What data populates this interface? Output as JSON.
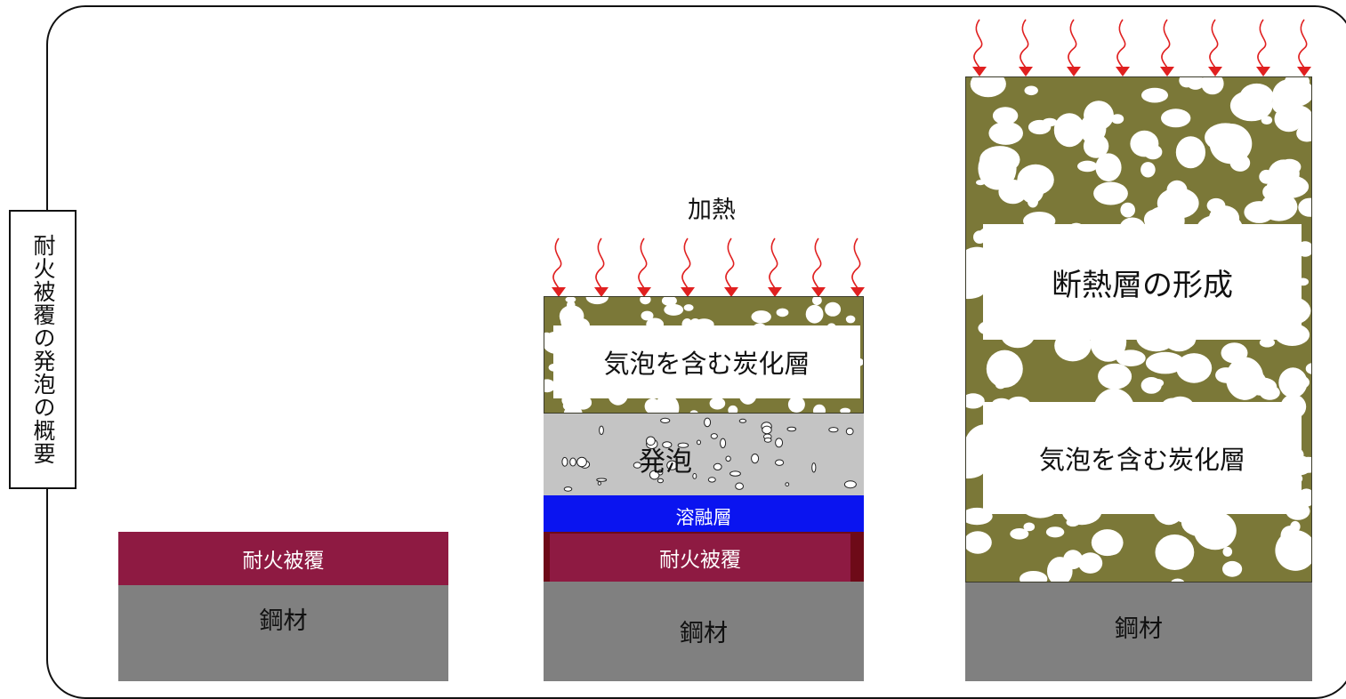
{
  "side_label": "耐火被覆の発泡の概要",
  "stage1": {
    "fireproof": "耐火被覆",
    "steel": "鋼材"
  },
  "stage2": {
    "heating": "加熱",
    "char_layer": "気泡を含む炭化層",
    "foaming": "発泡",
    "molten_layer": "溶融層",
    "fireproof": "耐火被覆",
    "steel": "鋼材"
  },
  "stage3": {
    "insulation": "断熱層の形成",
    "char_layer": "気泡を含む炭化層",
    "steel": "鋼材"
  },
  "colors": {
    "fireproof": "#8e1a42",
    "steel": "#808080",
    "char": "#7b7838",
    "molten": "#0a14f0",
    "foam": "#c4c4c4",
    "heat_arrow": "#e02020"
  },
  "icons": {
    "heat": "heat-wave-arrow-icon"
  }
}
